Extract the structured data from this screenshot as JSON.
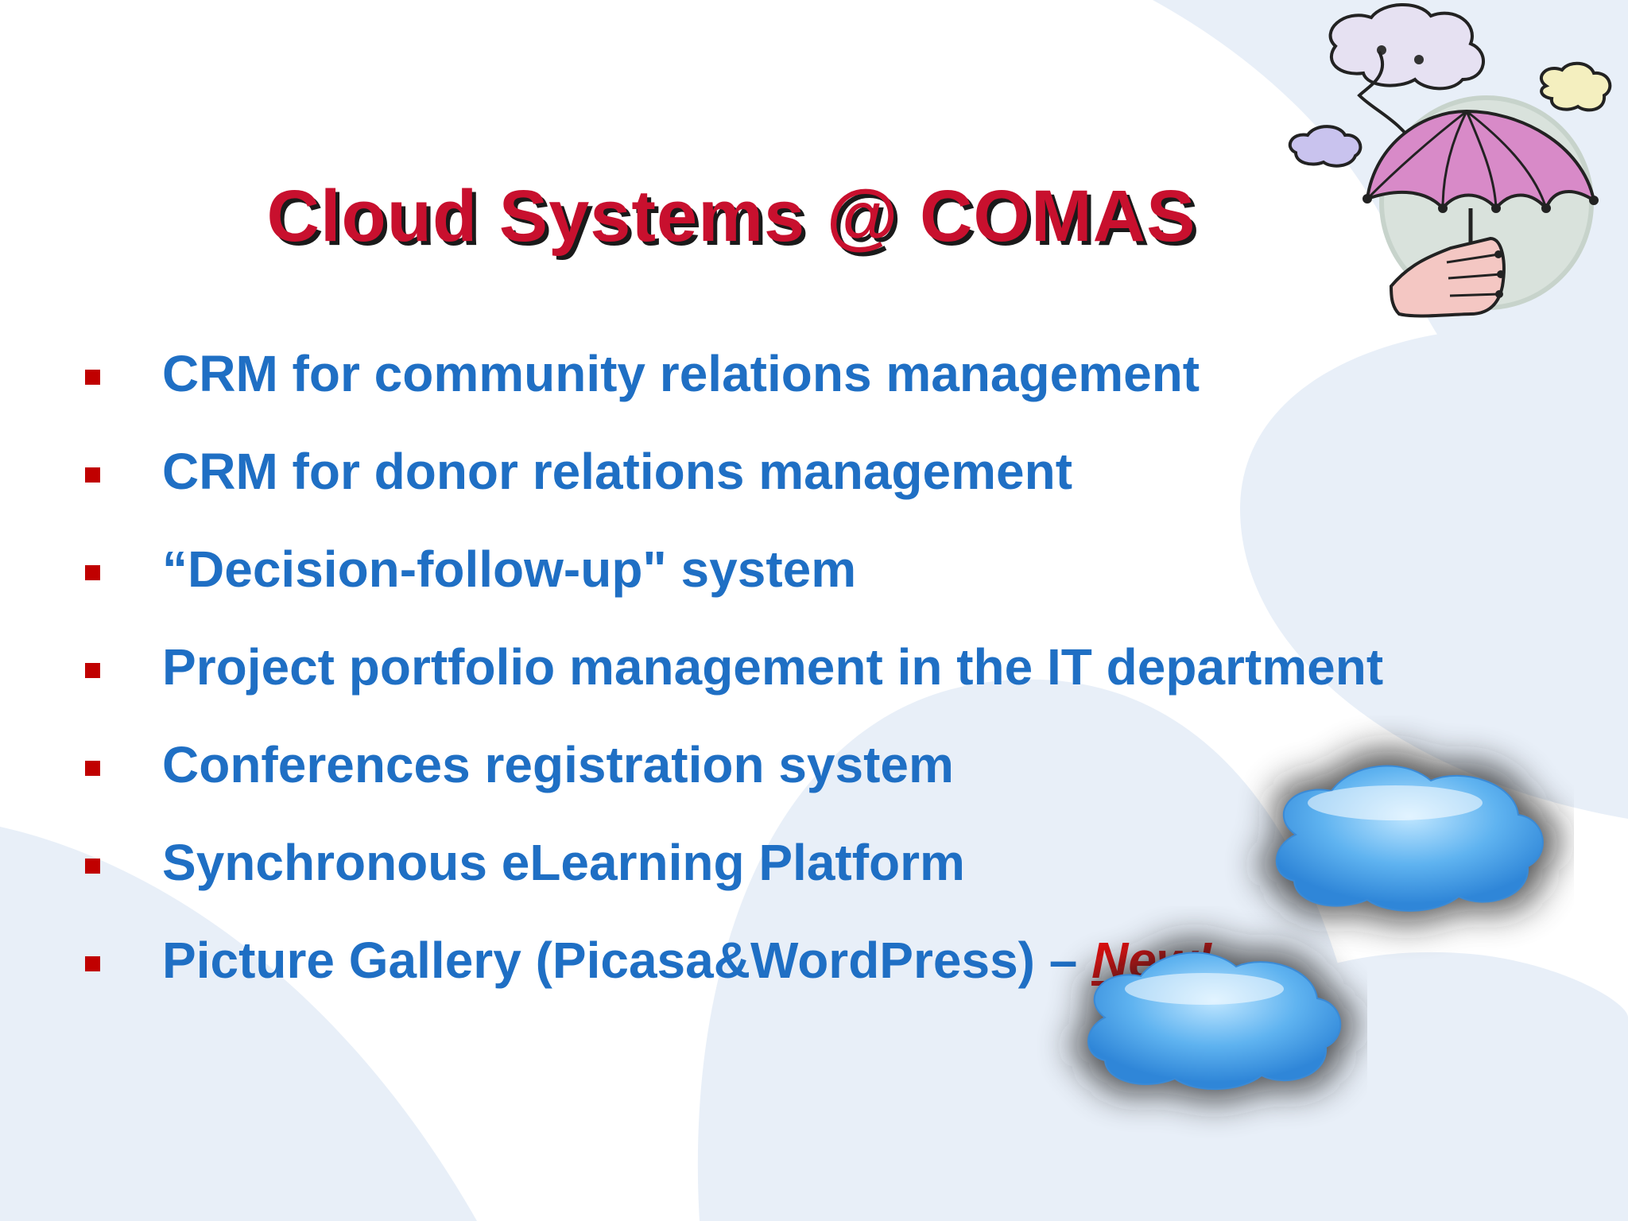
{
  "slide": {
    "title": "Cloud Systems @ COMAS",
    "bullets": [
      {
        "text": "CRM for community relations management"
      },
      {
        "text": "CRM for donor relations management"
      },
      {
        "text": "“Decision-follow-up\" system"
      },
      {
        "text": "Project portfolio management in the IT department"
      },
      {
        "text": "Conferences registration system"
      },
      {
        "text": "Synchronous eLearning Platform"
      },
      {
        "text": "Picture Gallery (Picasa&WordPress) – ",
        "badge": "New!"
      }
    ]
  },
  "colors": {
    "title": "#c8102e",
    "title_shadow": "#1a1a1a",
    "bullet_text": "#1f6fc4",
    "bullet_marker": "#c00000",
    "new_badge": "#e01010",
    "background_shapes": "#e8eff8"
  },
  "icons": {
    "clip_art": "umbrella-cloud-clipart-icon",
    "cloud_upper": "blue-cloud-icon",
    "cloud_lower": "blue-cloud-icon"
  }
}
